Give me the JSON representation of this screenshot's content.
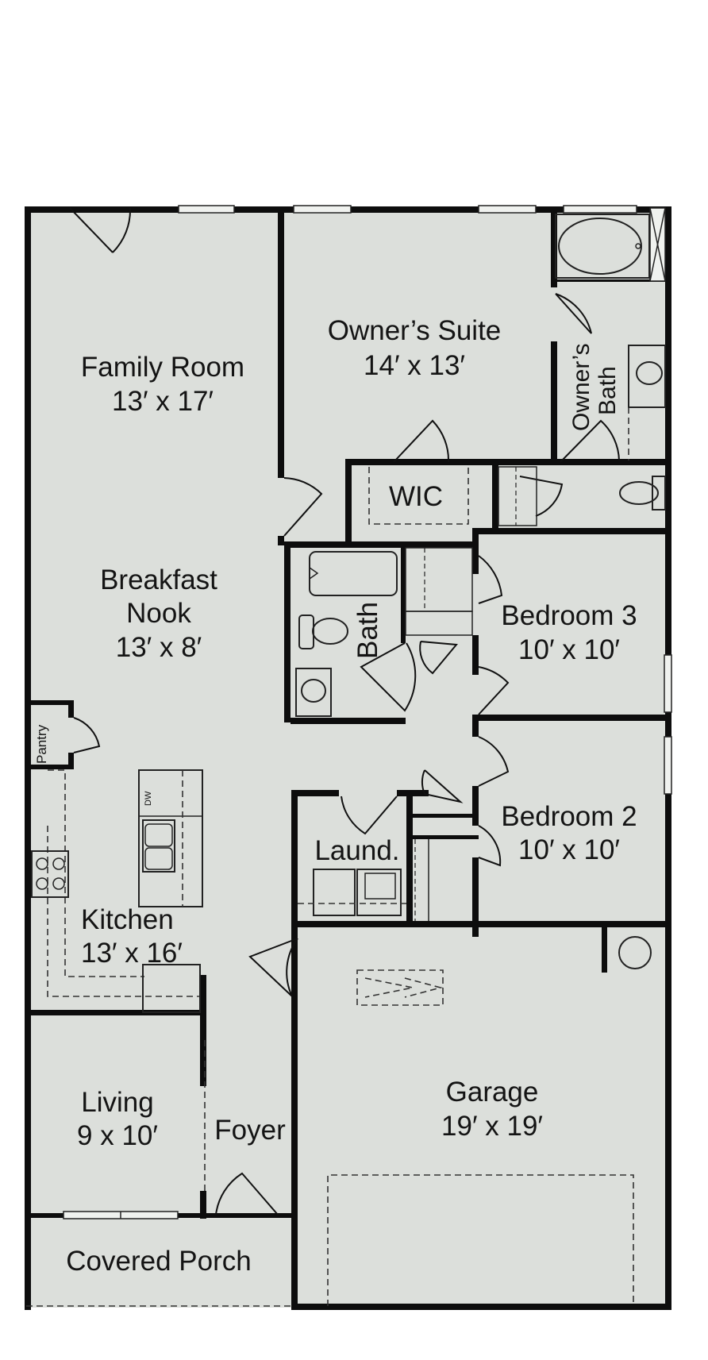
{
  "rooms": {
    "family_room": {
      "name": "Family Room",
      "dim": "13′ x 17′"
    },
    "owners_suite": {
      "name": "Owner’s Suite",
      "dim": "14′ x 13′"
    },
    "owners_bath": {
      "line1": "Owner’s",
      "line2": "Bath"
    },
    "wic": {
      "name": "WIC"
    },
    "breakfast_nook": {
      "line1": "Breakfast",
      "line2": "Nook",
      "dim": "13′ x 8′"
    },
    "bath": {
      "name": "Bath"
    },
    "bedroom3": {
      "name": "Bedroom 3",
      "dim": "10′ x 10′"
    },
    "bedroom2": {
      "name": "Bedroom 2",
      "dim": "10′ x 10′"
    },
    "pantry": {
      "name": "Pantry"
    },
    "laundry": {
      "name": "Laund."
    },
    "kitchen": {
      "name": "Kitchen",
      "dim": "13′ x 16′"
    },
    "dishwasher": {
      "name": "DW"
    },
    "living": {
      "name": "Living",
      "dim": "9 x 10′"
    },
    "foyer": {
      "name": "Foyer"
    },
    "garage": {
      "name": "Garage",
      "dim": "19′ x 19′"
    },
    "covered_porch": {
      "name": "Covered Porch"
    }
  },
  "colors": {
    "floor": "#dcdfdb",
    "wall": "#0d0d0d",
    "background": "#ffffff"
  }
}
